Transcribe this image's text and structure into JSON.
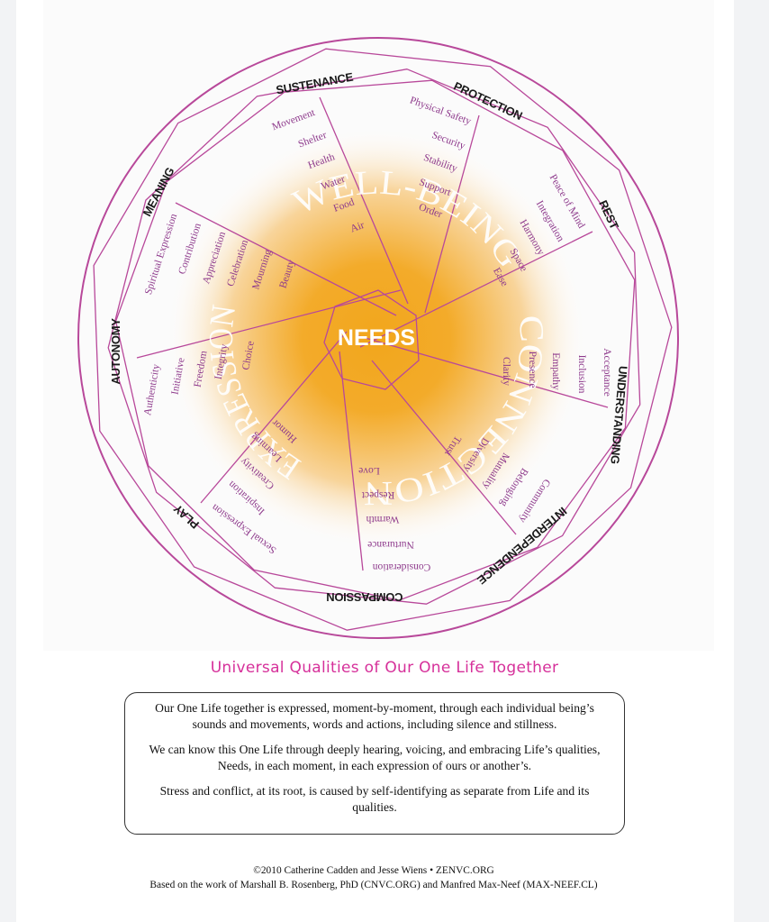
{
  "diagram": {
    "center_label": "NEEDS",
    "arc_labels": {
      "well_being": "WELL-BEING",
      "connection": "CONNECTION",
      "expression": "EXPRESSION"
    },
    "categories": {
      "sustenance": "SUSTENANCE",
      "protection": "PROTECTION",
      "rest": "REST",
      "understanding": "UNDERSTANDING",
      "interdependence": "INTERDEPENDENCE",
      "compassion": "COMPASSION",
      "play": "PLAY",
      "autonomy": "AUTONOMY",
      "meaning": "MEANING"
    },
    "needs": {
      "sustenance": [
        "Movement",
        "Shelter",
        "Health",
        "Water",
        "Food",
        "Air"
      ],
      "protection": [
        "Physical Safety",
        "Security",
        "Stability",
        "Support",
        "Order"
      ],
      "rest": [
        "Peace of Mind",
        "Integration",
        "Harmony",
        "Space",
        "Ease"
      ],
      "understanding": [
        "Acceptance",
        "Inclusion",
        "Empathy",
        "Presence",
        "Clarity"
      ],
      "interdependence": [
        "Trust",
        "Diversity",
        "Mutuality",
        "Belonging",
        "Community"
      ],
      "compassion": [
        "Love",
        "Respect",
        "Warmth",
        "Nurturance",
        "Consideration"
      ],
      "play": [
        "Humor",
        "Learning",
        "Creativity",
        "Inspiration",
        "Sexual Expression"
      ],
      "autonomy": [
        "Authenticity",
        "Initiative",
        "Freedom",
        "Integrity",
        "Choice"
      ],
      "meaning": [
        "Spiritual Expression",
        "Contribution",
        "Appreciation",
        "Celebration",
        "Mourning",
        "Beauty"
      ]
    },
    "colors": {
      "lines": "#b8489a",
      "needs_text": "#8e3a8c",
      "center_glow": "#f2a61c",
      "title": "#d6309a"
    }
  },
  "title": "Universal Qualities of Our One Life Together",
  "description": [
    "Our One Life together is expressed, moment-by-moment, through each individual being’s sounds and movements, words and actions, including silence and stillness.",
    "We can know this One Life through deeply hearing, voicing, and embracing Life’s qualities, Needs, in each moment, in each expression of ours or another’s.",
    "Stress and conflict, at its root, is caused by self-identifying as separate from Life and its qualities."
  ],
  "footer": {
    "copyright": "©2010 Catherine Cadden and Jesse Wiens • ZENVC.ORG",
    "credit": "Based on the work of Marshall B. Rosenberg, PhD (CNVC.ORG) and Manfred Max-Neef (MAX-NEEF.CL)"
  }
}
